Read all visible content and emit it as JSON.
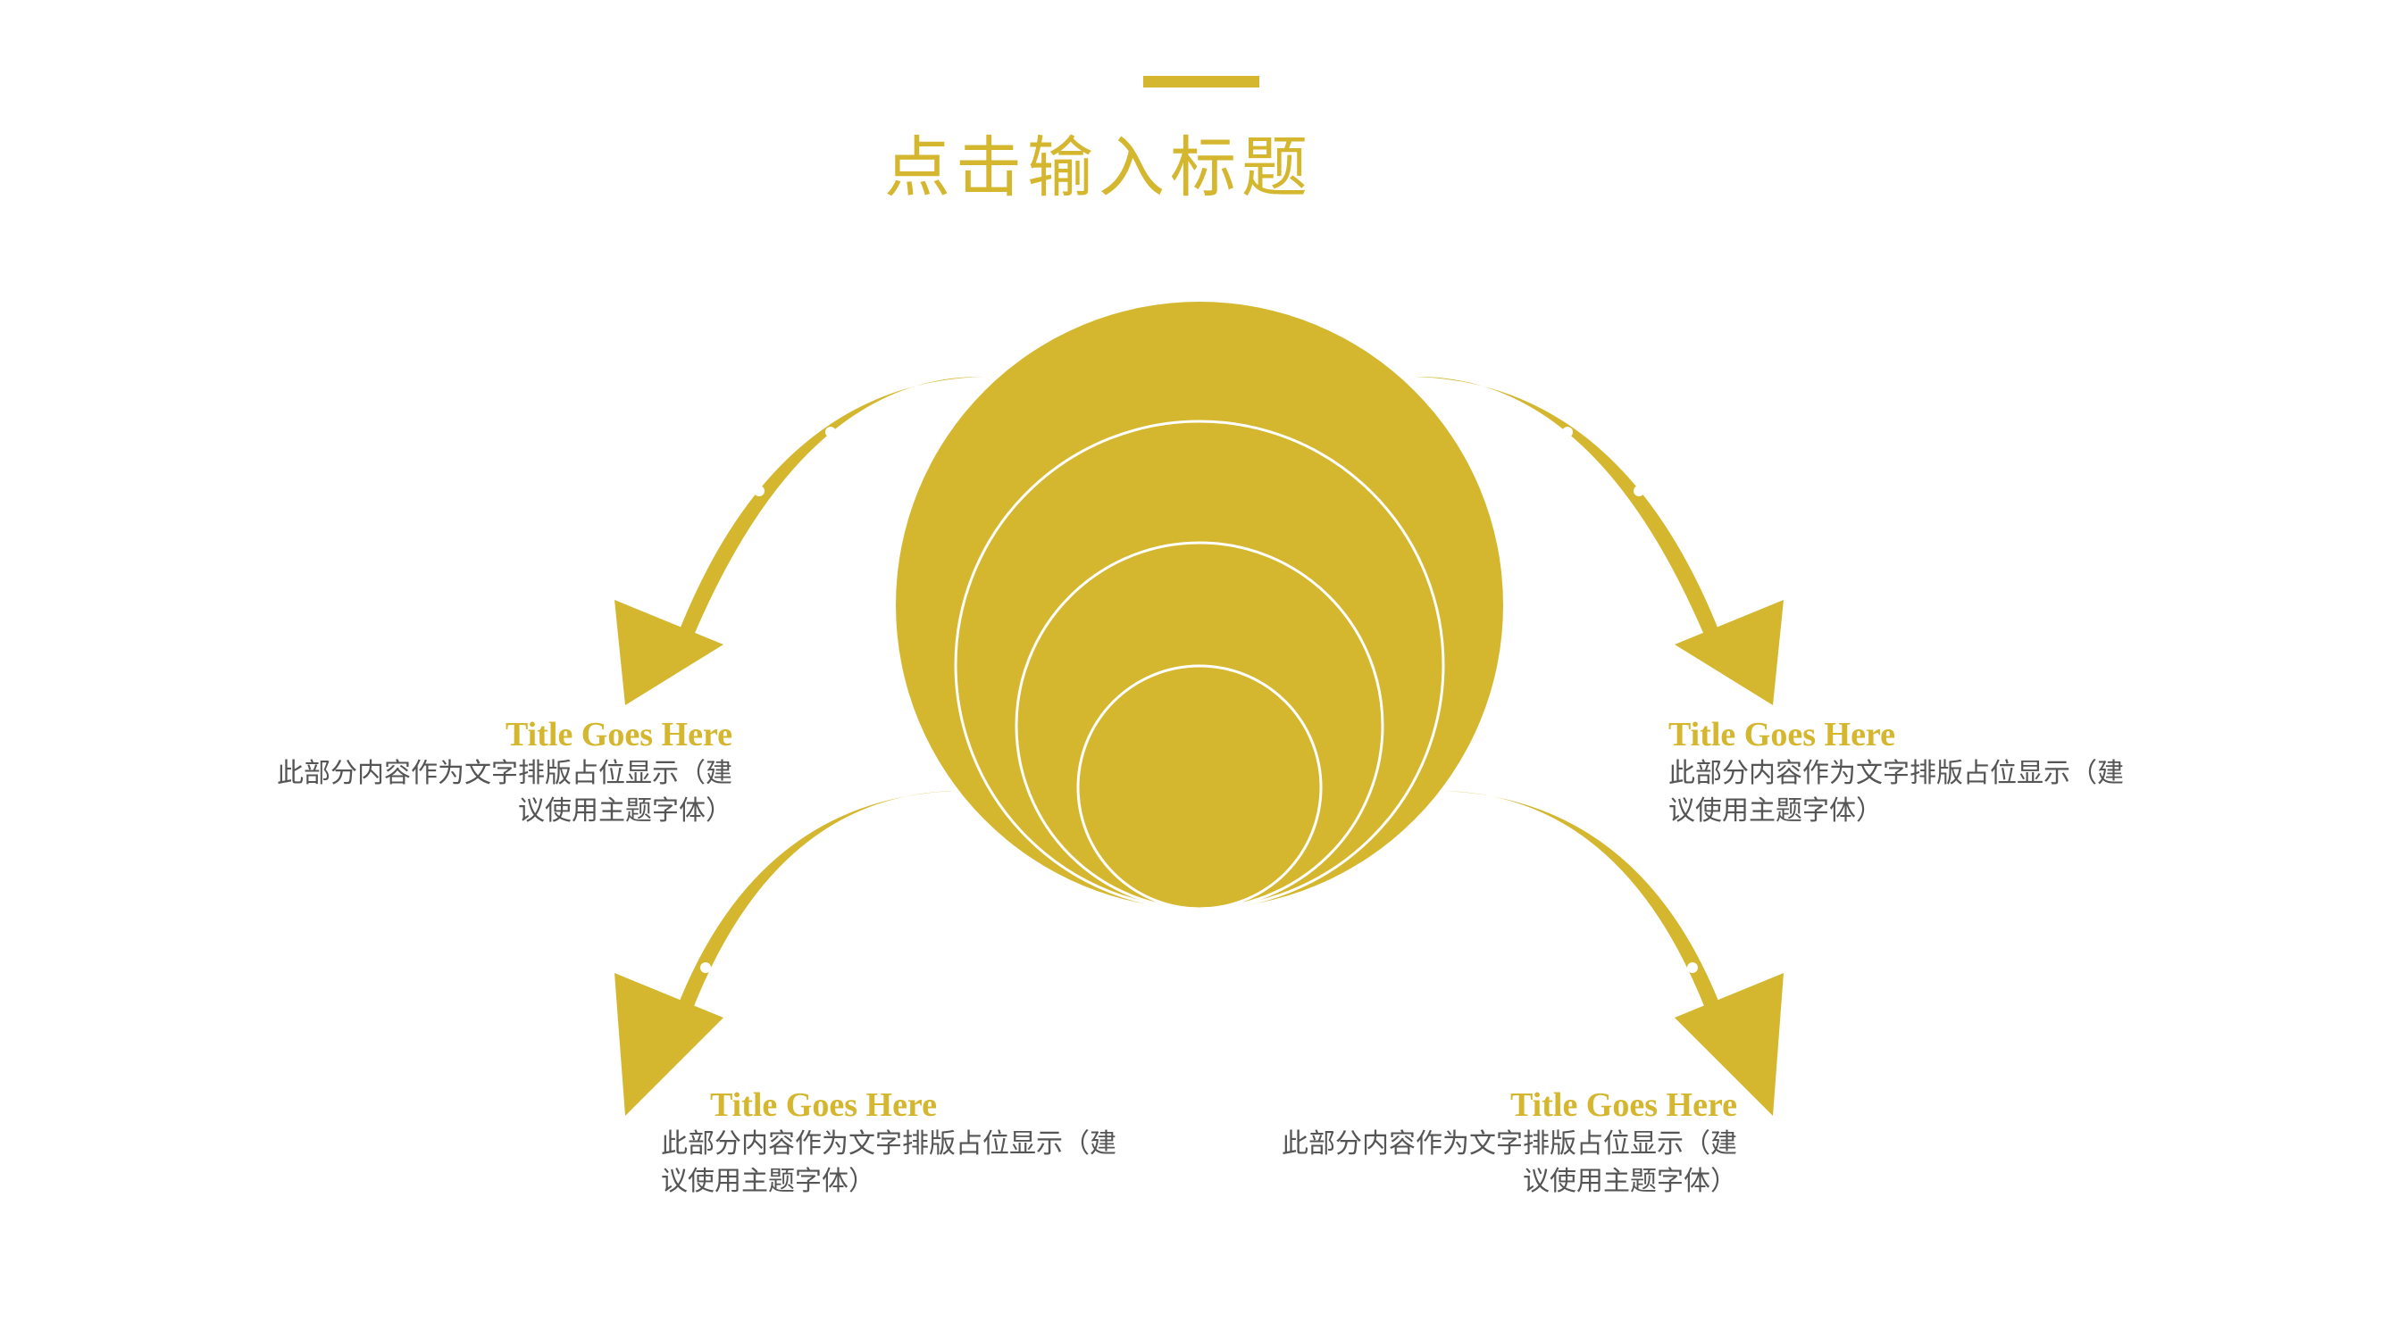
{
  "page": {
    "title": "点击输入标题"
  },
  "colors": {
    "accent": "#d4b72e",
    "text": "#555555",
    "background": "#ffffff"
  },
  "items": [
    {
      "title": "Title Goes Here",
      "desc_line1": "此部分内容作为文字排版占位显示（建",
      "desc_line2": "议使用主题字体）"
    },
    {
      "title": "Title Goes Here",
      "desc_line1": "此部分内容作为文字排版占位显示（建",
      "desc_line2": "议使用主题字体）"
    },
    {
      "title": "Title Goes Here",
      "desc_line1": "此部分内容作为文字排版占位显示（建",
      "desc_line2": "议使用主题字体）"
    },
    {
      "title": "Title Goes Here",
      "desc_line1": "此部分内容作为文字排版占位显示（建",
      "desc_line2": "议使用主题字体）"
    }
  ]
}
